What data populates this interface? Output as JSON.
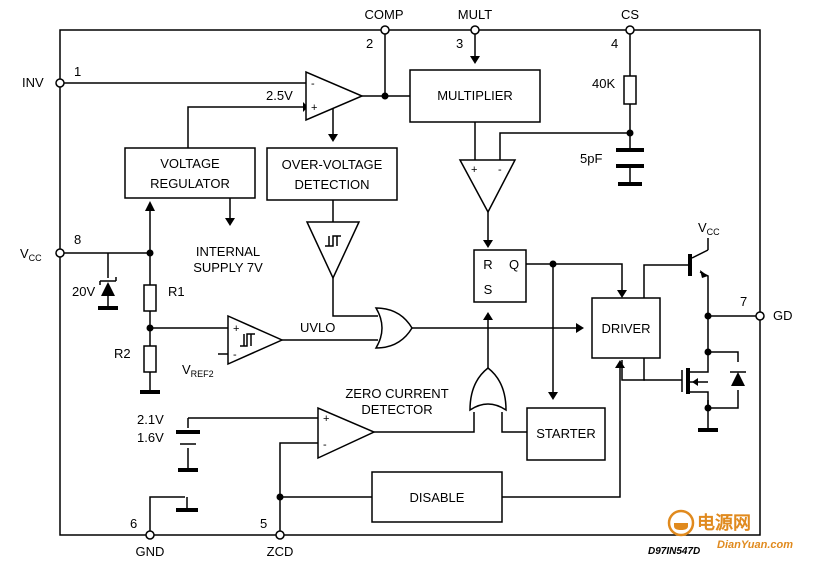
{
  "pins": {
    "inv": {
      "name": "INV",
      "number": "1"
    },
    "comp": {
      "name": "COMP",
      "number": "2"
    },
    "mult": {
      "name": "MULT",
      "number": "3"
    },
    "cs": {
      "name": "CS",
      "number": "4"
    },
    "zcd": {
      "name": "ZCD",
      "number": "5"
    },
    "gnd": {
      "name": "GND",
      "number": "6"
    },
    "gd": {
      "name": "GD",
      "number": "7"
    },
    "vcc": {
      "name": "V",
      "name_sub": "CC",
      "number": "8"
    }
  },
  "blocks": {
    "multiplier": "MULTIPLIER",
    "voltage_regulator": [
      "VOLTAGE",
      "REGULATOR"
    ],
    "ovp": [
      "OVER-VOLTAGE",
      "DETECTION"
    ],
    "driver": "DRIVER",
    "starter": "STARTER",
    "disable": "DISABLE",
    "zcd": [
      "ZERO CURRENT",
      "DETECTOR"
    ]
  },
  "labels": {
    "ref_2v5": "2.5V",
    "internal_supply": [
      "INTERNAL",
      "SUPPLY 7V"
    ],
    "uvlo": "UVLO",
    "vref2": "V",
    "vref2_sub": "REF2",
    "zener": "20V",
    "r1": "R1",
    "r2": "R2",
    "res_40k": "40K",
    "cap_5pf": "5pF",
    "zcd_ref": [
      "2.1V",
      "1.6V"
    ],
    "vcc_out": "V",
    "vcc_out_sub": "CC",
    "ff_r": "R",
    "ff_s": "S",
    "ff_q": "Q",
    "plus": "+",
    "minus": "-",
    "doc_code": "D97IN547D"
  },
  "watermark": {
    "cn": "电源网",
    "site": "DianYuan.com",
    "color": "#e08a1e"
  }
}
